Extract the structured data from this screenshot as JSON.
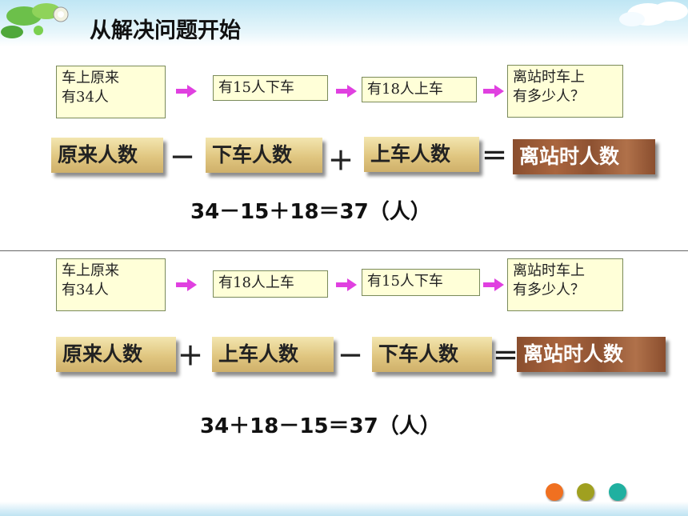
{
  "title": "从解决问题开始",
  "section1": {
    "steps": [
      "车上原来有34人",
      "有15人下车",
      "有18人上车",
      "离站时车上有多少人？"
    ],
    "step0_lines": [
      "车上原来",
      "有34人"
    ],
    "step3_lines": [
      "离站时车上",
      "有多少人？"
    ],
    "tiles": [
      "原来人数",
      "下车人数",
      "上车人数",
      "离站时人数"
    ],
    "ops": [
      "－",
      "＋",
      "＝"
    ],
    "equation": "34－15＋18＝37（人）"
  },
  "section2": {
    "step0_lines": [
      "车上原来",
      "有34人"
    ],
    "step1": "有18人上车",
    "step2": "有15人下车",
    "step3_lines": [
      "离站时车上",
      "有多少人？"
    ],
    "tiles": [
      "原来人数",
      "上车人数",
      "下车人数",
      "离站时人数"
    ],
    "ops": [
      "＋",
      "－",
      "＝"
    ],
    "equation": "34＋18－15＝37（人）"
  },
  "colors": {
    "arrow": "#e040e0",
    "box_bg": "#ffffd8",
    "dots": [
      "#f07020",
      "#a0a020",
      "#20b0a0"
    ]
  }
}
